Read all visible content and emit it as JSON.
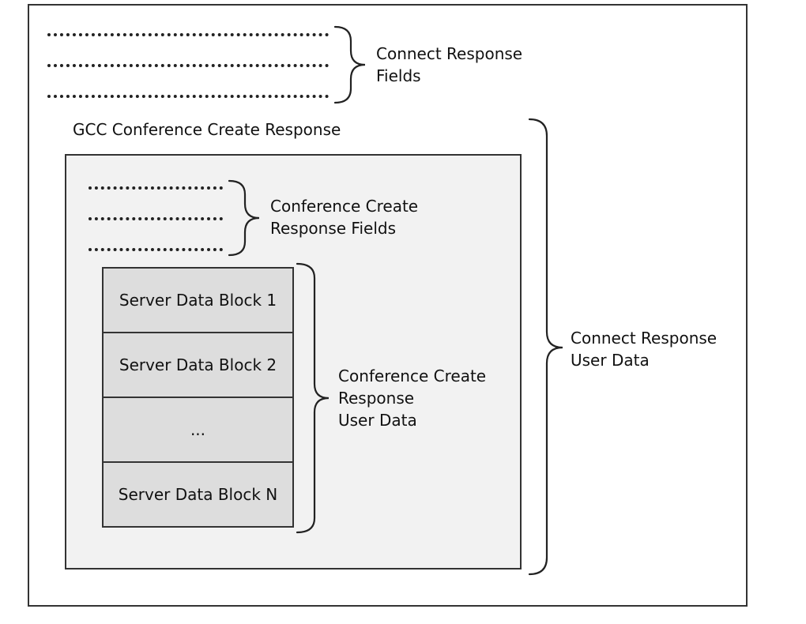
{
  "diagram": {
    "top_fields_label": "Connect Response\nFields",
    "gcc_title": "GCC Conference Create Response",
    "conf_fields_label": "Conference Create\nResponse Fields",
    "conf_user_data_label": "Conference Create\nResponse\nUser Data",
    "connect_user_data_label": "Connect Response\nUser Data",
    "blocks": [
      "Server Data Block 1",
      "Server Data Block 2",
      "...",
      "Server Data Block N"
    ]
  }
}
